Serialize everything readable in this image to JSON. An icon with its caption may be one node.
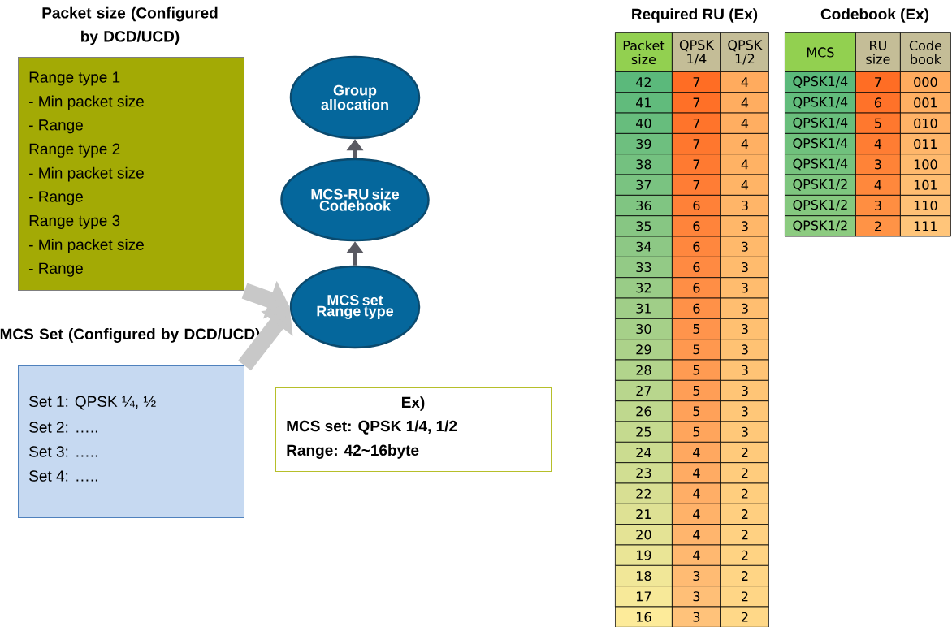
{
  "diagram": {
    "nodes": [
      {
        "text": [
          "Packet size (Configured by DCD/UCD)",
          "Range type 1",
          "- Min packet size",
          "- Range",
          "Range type 2",
          "- Min packet size",
          "- Range",
          "Range type 3",
          "- Min packet size",
          "- Range"
        ]
      },
      {
        "text": [
          "MCS Set (Configured by DCD/UCD)",
          "Set 1: QPSK ¼, ½",
          "Set 2: …..",
          "Set 3: …..",
          "Set 4: ….."
        ]
      },
      {
        "text": [
          "MCS set Range type"
        ]
      },
      {
        "text": [
          "MCS-RU size Codebook"
        ]
      },
      {
        "text": [
          "Group allocation"
        ]
      },
      {
        "text": [
          "Ex)",
          "MCS set: QPSK 1/4, 1/2",
          "Range: 42~16byte"
        ]
      }
    ],
    "edges": [
      {
        "from": 0,
        "to": 2,
        "arrow": "to",
        "style": "thick",
        "color": "#c8c8c8"
      },
      {
        "from": 1,
        "to": 2,
        "arrow": "to",
        "style": "thick",
        "color": "#c8c8c8"
      },
      {
        "from": 2,
        "to": 3,
        "arrow": "to",
        "color": "#5a5a62"
      },
      {
        "from": 3,
        "to": 4,
        "arrow": "to",
        "color": "#5a5a62"
      }
    ],
    "labels": [
      "Required RU (Ex)",
      "Packet size",
      "QPSK 1/4",
      "QPSK 1/2",
      "42",
      "7",
      "4",
      "41",
      "7",
      "4",
      "40",
      "7",
      "4",
      "39",
      "7",
      "4",
      "38",
      "7",
      "4",
      "37",
      "7",
      "4",
      "36",
      "6",
      "3",
      "35",
      "6",
      "3",
      "34",
      "6",
      "3",
      "33",
      "6",
      "3",
      "32",
      "6",
      "3",
      "31",
      "6",
      "3",
      "30",
      "5",
      "3",
      "29",
      "5",
      "3",
      "28",
      "5",
      "3",
      "27",
      "5",
      "3",
      "26",
      "5",
      "3",
      "25",
      "5",
      "3",
      "24",
      "4",
      "2",
      "23",
      "4",
      "2",
      "22",
      "4",
      "2",
      "21",
      "4",
      "2",
      "20",
      "4",
      "2",
      "19",
      "4",
      "2",
      "18",
      "3",
      "2",
      "17",
      "3",
      "2",
      "16",
      "3",
      "2",
      "Codebook (Ex)",
      "MCS",
      "RU size",
      "Code book",
      "QPSK1/4",
      "7",
      "000",
      "QPSK1/4",
      "6",
      "001",
      "QPSK1/4",
      "5",
      "010",
      "QPSK1/4",
      "4",
      "011",
      "QPSK1/4",
      "3",
      "100",
      "QPSK1/2",
      "4",
      "101",
      "QPSK1/2",
      "3",
      "110",
      "QPSK1/2",
      "2",
      "111"
    ]
  }
}
